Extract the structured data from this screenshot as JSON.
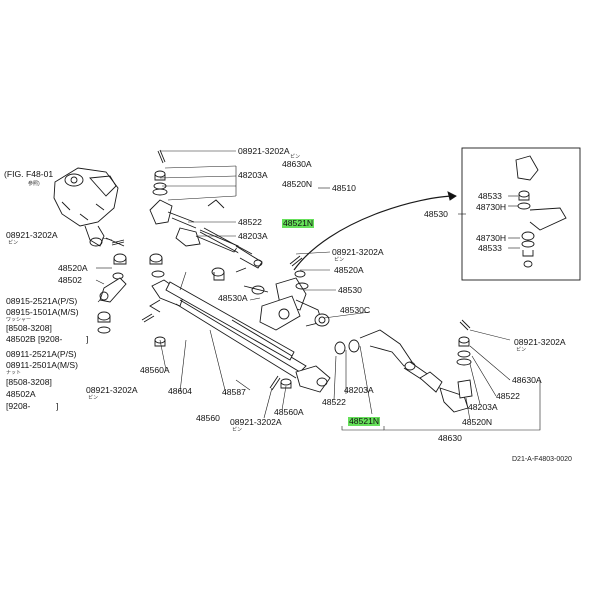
{
  "figure_ref": "(FIG. F48-01",
  "figure_ref_sub": "参照)",
  "diagram_code": "D21-A-F4803-0020",
  "highlight_color": "#66e05a",
  "labels": {
    "pin_a_top": "08921-3202A",
    "pin_a_top_sub": "ピン",
    "p48630A_top": "48630A",
    "p48203A_top": "48203A",
    "p48520N_top": "48520N",
    "p48510": "48510",
    "p48522_mid": "48522",
    "p48521N_top": "48521N",
    "p48203A_mid": "48203A",
    "pin_left": "08921-3202A",
    "pin_left_sub": "ピン",
    "p48520A_left": "48520A",
    "p48502": "48502",
    "washer_ps": "08915-2521A(P/S)",
    "washer_ms": "08915-1501A(M/S)",
    "washer_sub": "ワッシャー",
    "range_1": "[8508-3208]",
    "p48502B": "48502B [9208-",
    "bracket_close": "]",
    "nut_ps": "08911-2521A(P/S)",
    "nut_ms": "08911-2501A(M/S)",
    "nut_sub": "ナット",
    "range_2": "[8508-3208]",
    "p48502A": "48502A",
    "range_3": "[9208-",
    "range_3_close": "]",
    "p48560A_left": "48560A",
    "pin_bottom_left": "08921-3202A",
    "pin_bottom_left_sub": "ピン",
    "p48604": "48604",
    "p48587": "48587",
    "p48560": "48560",
    "pin_bottom": "08921-3202A",
    "pin_bottom_sub": "ピン",
    "p48560A_bottom": "48560A",
    "pin_center": "08921-3202A",
    "pin_center_sub": "ピン",
    "p48520A_center": "48520A",
    "p48530": "48530",
    "p48530A_center": "48530A",
    "p48530C": "48530C",
    "p48203A_low": "48203A",
    "p48522_low": "48522",
    "p48521N_low": "48521N",
    "pin_right": "08921-3202A",
    "pin_right_sub": "ピン",
    "p48630A_right": "48630A",
    "p48522_right": "48522",
    "p48203A_right": "48203A",
    "p48520N_right": "48520N",
    "p48630_bottom": "48630",
    "inset_48530": "48530",
    "inset_48533_top": "48533",
    "inset_48730H_top": "48730H",
    "inset_48730H_bottom": "48730H",
    "inset_48533_bottom": "48533"
  }
}
